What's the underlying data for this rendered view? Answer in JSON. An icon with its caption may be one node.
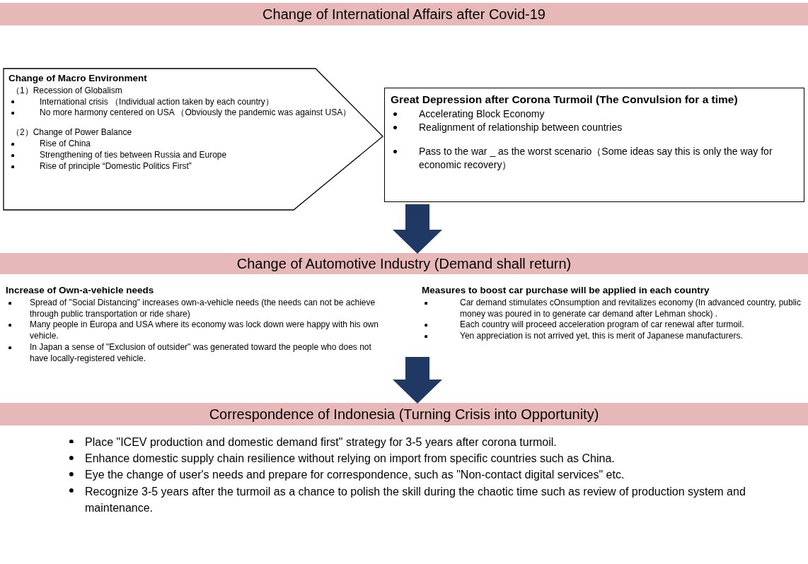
{
  "diagram": {
    "nodes": [
      {
        "text": [
          "Change of International Affairs after Covid-19"
        ]
      },
      {
        "text": [
          "Change of Macro Environment",
          "（1）Recession of Globalism",
          "International crisis （Individual action taken by each country）",
          "No more harmony centered on USA （Obviously the pandemic was against USA）",
          "（2）Change of Power Balance",
          "Rise of China",
          "Strengthening of ties between Russia and Europe",
          "Rise of principle “Domestic Politics First”"
        ]
      },
      {
        "text": [
          "Great Depression after Corona Turmoil (The Convulsion for a time)",
          "Accelerating Block Economy",
          "Realignment of relationship between countries",
          "Pass to the war _ as the worst scenario（Some ideas say this is only the way for economic recovery）"
        ]
      },
      {
        "text": [
          "Change of Automotive Industry (Demand shall return)"
        ]
      },
      {
        "text": [
          "Increase of Own-a-vehicle needs",
          "Spread of \"Social Distancing\" increases own-a-vehicle needs (the needs can not be achieve through public transportation or ride share)",
          "Many people in Europa and USA where its economy was lock down were happy with his own vehicle.",
          "In Japan a sense of \"Exclusion of outsider\" was generated toward the people who does not have locally-registered vehicle."
        ]
      },
      {
        "text": [
          "Measures to boost car purchase will be applied in each country",
          "Car demand stimulates cOnsumption and revitalizes economy (In advanced country, public money was poured in to generate car demand after Lehman shock) .",
          "Each country will proceed acceleration program of car renewal after turmoil.",
          "Yen appreciation is not arrived yet, this is merit of Japanese manufacturers."
        ]
      },
      {
        "text": [
          "Correspondence of Indonesia (Turning Crisis into Opportunity)"
        ]
      },
      {
        "text": [
          "Place \"ICEV production and domestic demand first\" strategy for 3-5 years after corona turmoil.",
          "Enhance domestic supply chain resilience without relying on import from specific countries such as China.",
          "Eye the change of user's needs  and prepare for correspondence, such as \"Non-contact digital services\" etc.",
          "Recognize 3-5 years after the turmoil as a chance to polish the skill during the chaotic time such as review of production system and maintenance."
        ]
      }
    ],
    "edges": [
      {
        "from": 2,
        "to": 3,
        "arrow": "to"
      },
      {
        "from": 5,
        "to": 6,
        "arrow": "to"
      }
    ]
  }
}
